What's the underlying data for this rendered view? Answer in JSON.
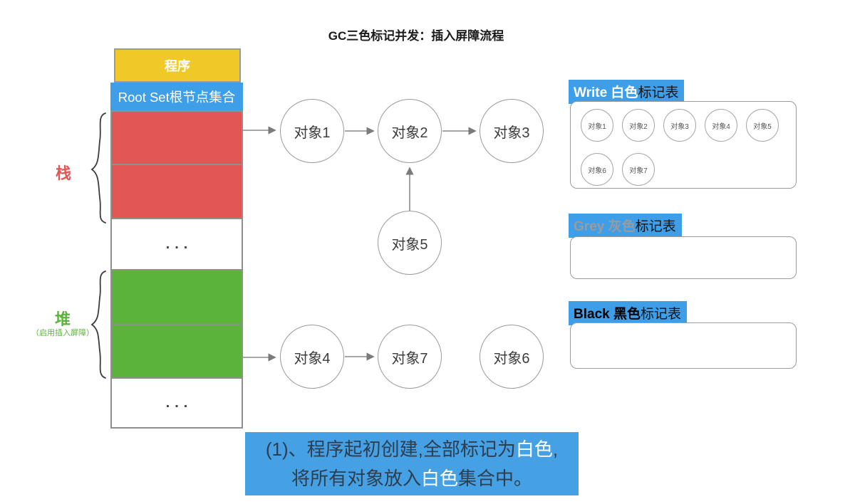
{
  "title": "GC三色标记并发：插入屏障流程",
  "colors": {
    "blue": "#3f9ee8",
    "red": "#e25756",
    "green": "#5cb33b",
    "yellow": "#f0c929",
    "caption_bg": "#45a0e4"
  },
  "memory": {
    "program": "程序",
    "root_set": "Root Set根节点集合",
    "ellipsis": "...",
    "stack": {
      "label": "栈"
    },
    "heap": {
      "label": "堆",
      "sublabel": "（启用插入屏障）"
    }
  },
  "nodes": {
    "obj1": "对象1",
    "obj2": "对象2",
    "obj3": "对象3",
    "obj4": "对象4",
    "obj5": "对象5",
    "obj6": "对象6",
    "obj7": "对象7"
  },
  "tables": {
    "white": {
      "head_main": "Write 白色",
      "head_suffix": "标记表",
      "items": [
        "对象1",
        "对象2",
        "对象3",
        "对象4",
        "对象5",
        "对象6",
        "对象7"
      ]
    },
    "grey": {
      "head_main": "Grey 灰色",
      "head_suffix": "标记表",
      "items": []
    },
    "black": {
      "head_main": "Black 黑色",
      "head_suffix": "标记表",
      "items": []
    }
  },
  "caption": {
    "line1": [
      "(1)、程序起初创建,全部标记为",
      "白色",
      ","
    ],
    "line2": [
      "将所有对象放入",
      "白色",
      "集合中。"
    ]
  }
}
